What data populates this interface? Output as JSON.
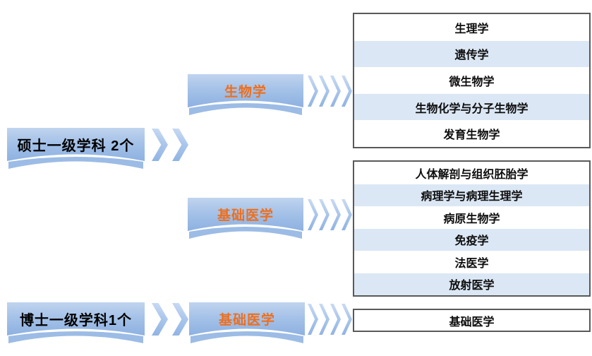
{
  "palette": {
    "banner_blue_top": "#c0d4ee",
    "banner_blue_bottom": "#8db1e1",
    "banner_wave_blue": "#9cbce5",
    "chevron_blue": "#aac6ec",
    "row_stripe_blue": "#dbe7f4",
    "box_border_gray": "#595959",
    "accent_orange": "#ed6f1e",
    "text_black": "#000000"
  },
  "master_row": {
    "source": "硕士一级学科 2个",
    "branches": [
      {
        "label": "生物学",
        "items": [
          "生理学",
          "遗传学",
          "微生物学",
          "生物化学与分子生物学",
          "发育生物学"
        ]
      },
      {
        "label": "基础医学",
        "items": [
          "人体解剖与组织胚胎学",
          "病理学与病理生理学",
          "病原生物学",
          "免疫学",
          "法医学",
          "放射医学"
        ]
      }
    ]
  },
  "doctor_row": {
    "source": "博士一级学科1个",
    "branches": [
      {
        "label": "基础医学",
        "items": [
          "基础医学"
        ]
      }
    ]
  }
}
